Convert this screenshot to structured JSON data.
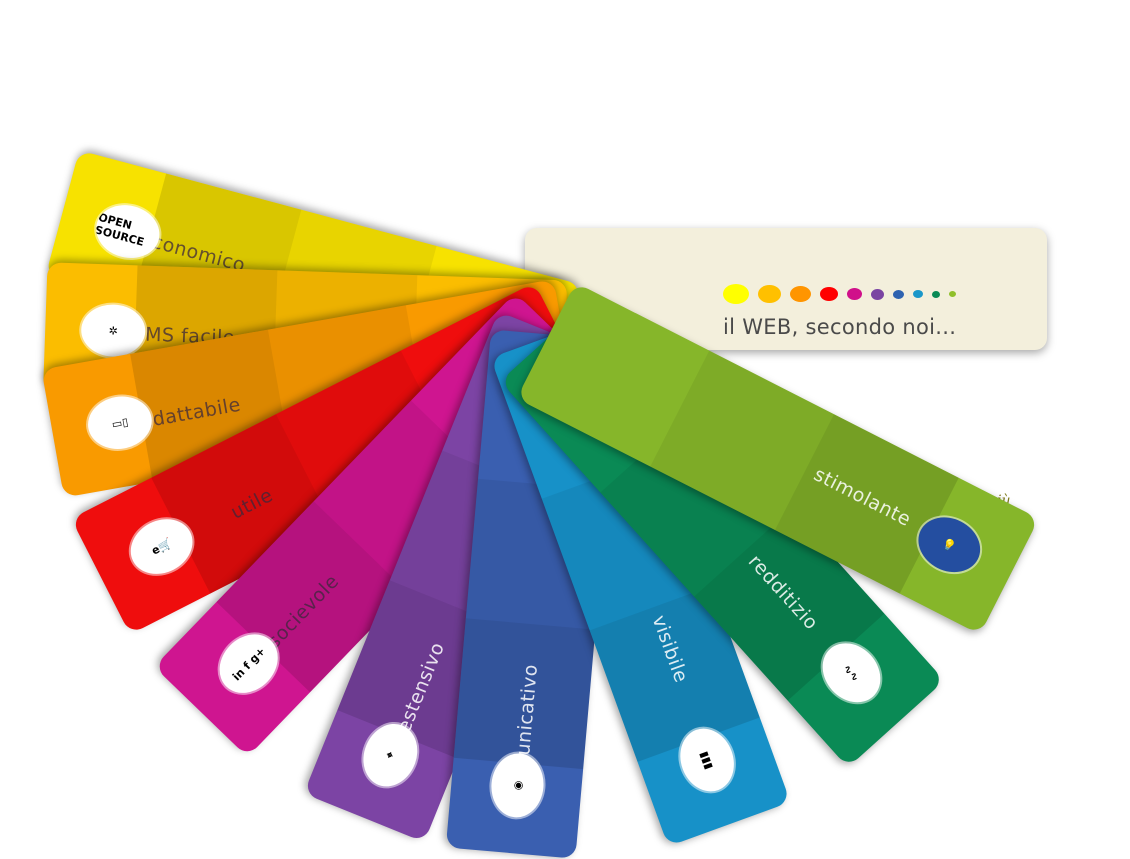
{
  "fan": {
    "cards": [
      {
        "label": "economico",
        "color": "#f7e200",
        "icon": "open-source-icon",
        "icon_text": "OPEN SOURCE"
      },
      {
        "label": "CMS facile",
        "color": "#fbbd00",
        "icon": "joomla-icon",
        "icon_text": "✲"
      },
      {
        "label": "adattabile",
        "color": "#f99a00",
        "icon": "responsive-devices-icon",
        "icon_text": "▭▯"
      },
      {
        "label": "utile",
        "color": "#ef0d0d",
        "icon": "ecommerce-cart-icon",
        "icon_text": "e🛒"
      },
      {
        "label": "socievole",
        "color": "#cf1590",
        "icon": "social-networks-icon",
        "icon_text": "in f g+"
      },
      {
        "label": "estensivo",
        "color": "#7c44a4",
        "icon": "gps-map-icon",
        "icon_text": "⌖"
      },
      {
        "label": "comunicativo",
        "color": "#3a5fb0",
        "icon": "video-communication-icon",
        "icon_text": "◉"
      },
      {
        "label": "visibile",
        "color": "#1791c8",
        "icon": "analytics-bars-icon",
        "icon_text": "▮▮▮"
      },
      {
        "label": "redditizio",
        "color": "#0a8a55",
        "icon": "stats-chart-icon",
        "icon_text": "∿∿"
      },
      {
        "label": "stimolante",
        "color": "#86b62a",
        "icon": "lightbulb-icon",
        "icon_text": "💡"
      }
    ]
  },
  "main_card": {
    "tagline": "il WEB, secondo noi...",
    "dots": [
      {
        "color": "#ffff00",
        "w": 26,
        "h": 20
      },
      {
        "color": "#ffc000",
        "w": 23,
        "h": 18
      },
      {
        "color": "#ff9500",
        "w": 21,
        "h": 16
      },
      {
        "color": "#ff0000",
        "w": 18,
        "h": 14
      },
      {
        "color": "#d0108a",
        "w": 15,
        "h": 12
      },
      {
        "color": "#7a44a2",
        "w": 13,
        "h": 11
      },
      {
        "color": "#2e63b0",
        "w": 11,
        "h": 9
      },
      {
        "color": "#1a97c9",
        "w": 10,
        "h": 8
      },
      {
        "color": "#0a8a55",
        "w": 8,
        "h": 7
      },
      {
        "color": "#8fbf2a",
        "w": 7,
        "h": 6
      }
    ]
  },
  "link": {
    "more": "> scopri di più"
  }
}
